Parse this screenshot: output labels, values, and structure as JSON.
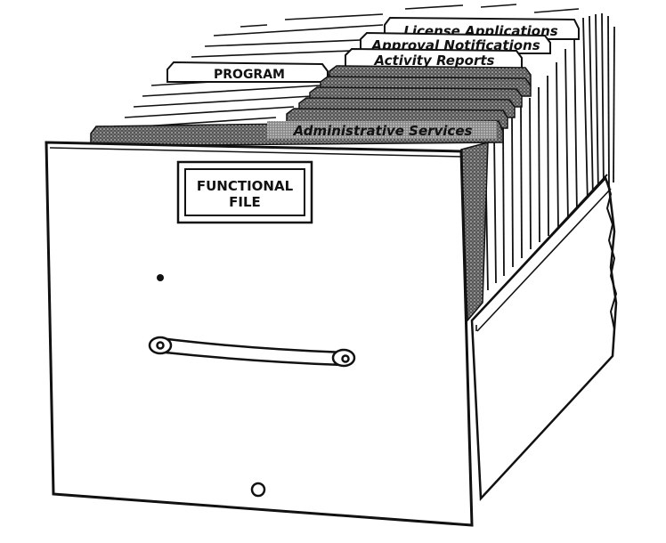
{
  "drawer_label": {
    "line1": "FUNCTIONAL",
    "line2": "FILE"
  },
  "tabs": {
    "program": "PROGRAM",
    "license_applications": "License Applications",
    "approval_notifications": "Approval Notifications",
    "activity_reports": "Activity Reports",
    "administrative_services": "Administrative Services"
  },
  "colors": {
    "ink": "#111111",
    "paper": "#ffffff",
    "dark_tab": "#3a3a3a"
  }
}
